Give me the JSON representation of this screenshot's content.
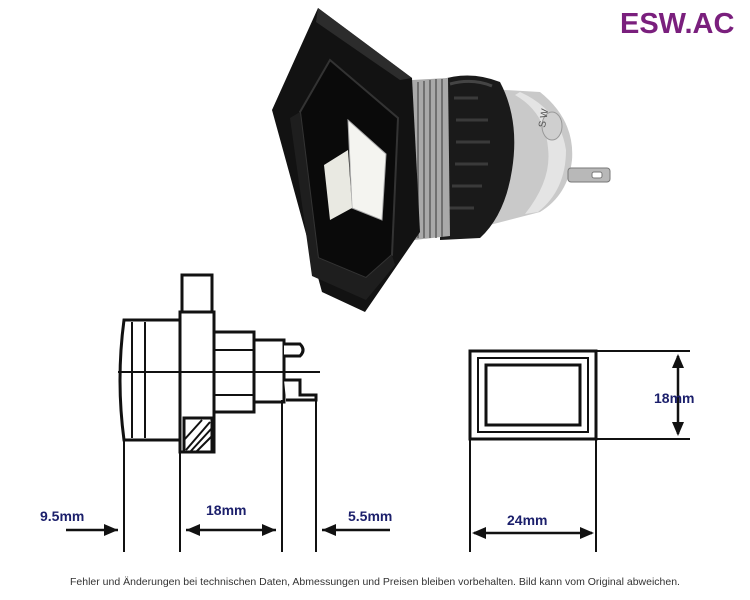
{
  "brand": {
    "name": "ESW.AC",
    "color": "#7a1f7d"
  },
  "product": {
    "bezel_marking": "S W"
  },
  "dimensions": {
    "side_left": "9.5mm",
    "side_middle": "18mm",
    "side_right": "5.5mm",
    "front_height": "18mm",
    "front_width": "24mm",
    "label_color": "#1b1f6b"
  },
  "footer": {
    "disclaimer": "Fehler und Änderungen bei technischen Daten, Abmessungen und Preisen bleiben vorbehalten. Bild kann vom Original abweichen."
  }
}
